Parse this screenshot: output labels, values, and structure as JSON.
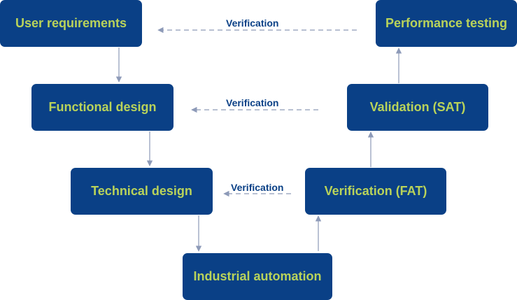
{
  "diagram": {
    "colors": {
      "box_fill": "#0a4086",
      "box_text": "#b9d35a",
      "arrow": "#8d9ab8",
      "verification_text": "#0a4086"
    },
    "boxes": {
      "user_requirements": "User requirements",
      "functional_design": "Functional design",
      "technical_design": "Technical design",
      "industrial_automation": "Industrial automation",
      "verification_fat": "Verification (FAT)",
      "validation_sat": "Validation (SAT)",
      "performance_testing": "Performance testing"
    },
    "verification_links": [
      {
        "label": "Verification"
      },
      {
        "label": "Verification"
      },
      {
        "label": "Verification"
      }
    ]
  }
}
